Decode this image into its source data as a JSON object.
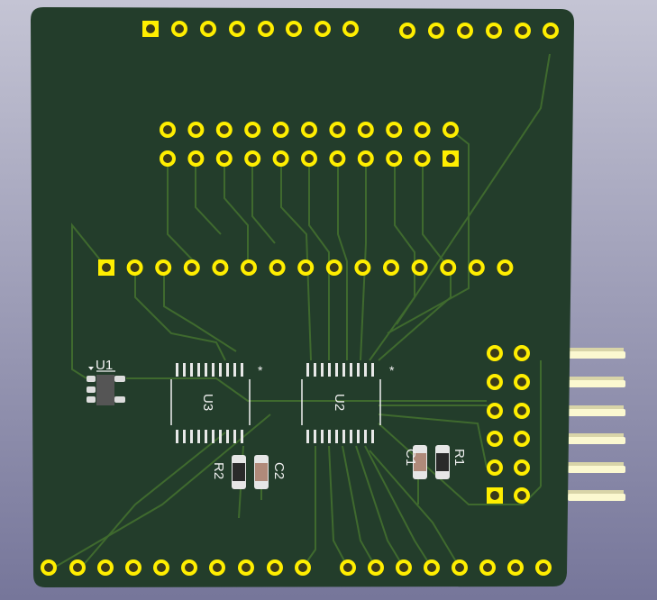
{
  "colors": {
    "board": "#233d2b",
    "trace": "#3f6a2e",
    "pad": "#ffee00",
    "drill": "#3a3a1a",
    "silk": "#f2f2f2",
    "pin": "#fbf8d0"
  },
  "labels": {
    "u1": "U1",
    "u2": "U2",
    "u3": "U3",
    "r1": "R1",
    "r2": "R2",
    "c1": "C1",
    "c2": "C2",
    "pin1_u2": "*",
    "pin1_u3": "*"
  }
}
